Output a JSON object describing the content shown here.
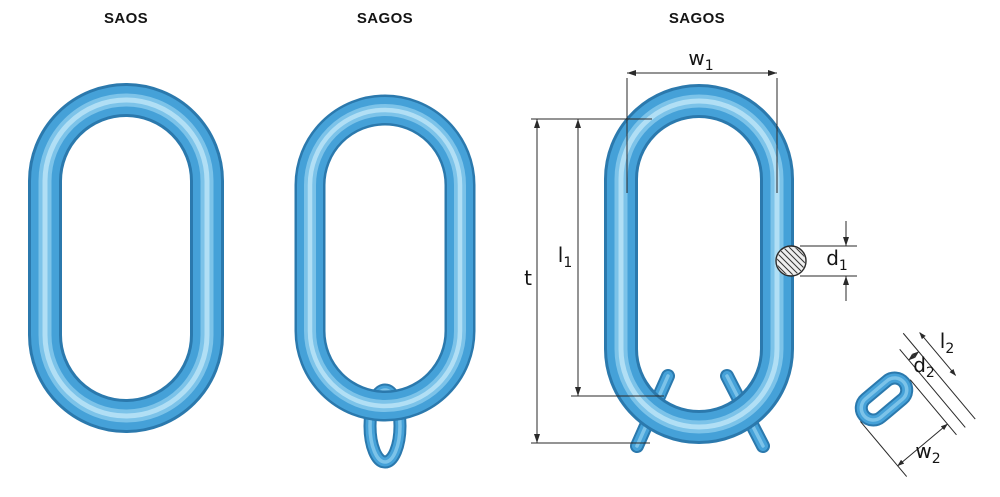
{
  "figures": [
    {
      "label": "SAOS"
    },
    {
      "label": "SAGOS"
    },
    {
      "label": "SAGOS"
    }
  ],
  "dimensions": {
    "w1": {
      "base": "w",
      "sub": "1"
    },
    "l1": {
      "base": "l",
      "sub": "1"
    },
    "t": {
      "base": "t",
      "sub": ""
    },
    "d1": {
      "base": "d",
      "sub": "1"
    },
    "l2": {
      "base": "l",
      "sub": "2"
    },
    "d2": {
      "base": "d",
      "sub": "2"
    },
    "w2": {
      "base": "w",
      "sub": "2"
    }
  },
  "colors": {
    "ring_body": "#45a1d8",
    "ring_outline": "#2b79ad",
    "ring_highlight": "#7cc3e9",
    "ring_core": "#b7e2f6",
    "dimension_line": "#2a2a2a",
    "text": "#141414",
    "section_fill": "#efefef",
    "section_hatch": "#333333"
  }
}
